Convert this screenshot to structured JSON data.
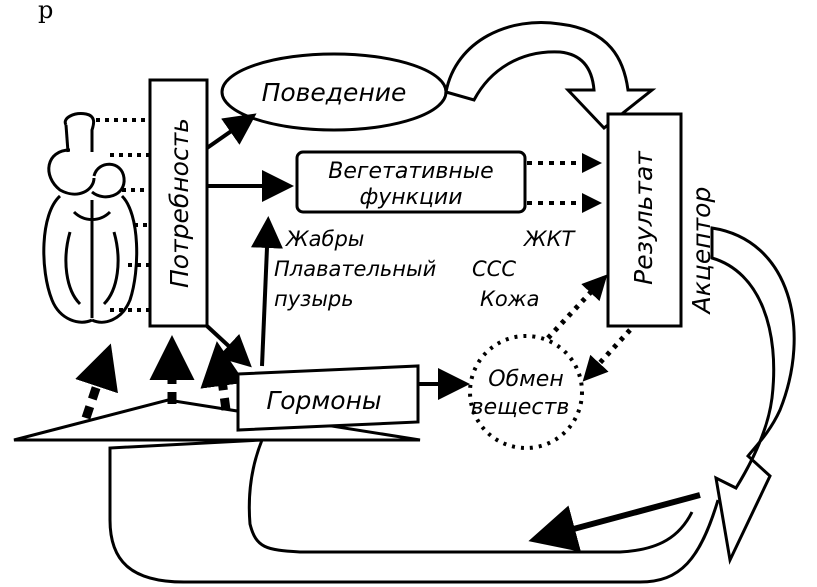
{
  "top_text": "р",
  "labels": {
    "need": "Потребность",
    "behavior": "Поведение",
    "vegetative_line1": "Вегетативные",
    "vegetative_line2": "функции",
    "result": "Результат",
    "acceptor": "Акцептор",
    "hormones": "Гормоны",
    "metabolism_line1": "Обмен",
    "metabolism_line2": "веществ",
    "gills": "Жабры",
    "swim_bladder_line1": "Плавательный",
    "swim_bladder_line2": "пузырь",
    "gi_tract": "ЖКТ",
    "cvs": "ССС",
    "skin": "Кожа"
  },
  "colors": {
    "ink": "#000000",
    "background": "#ffffff"
  }
}
